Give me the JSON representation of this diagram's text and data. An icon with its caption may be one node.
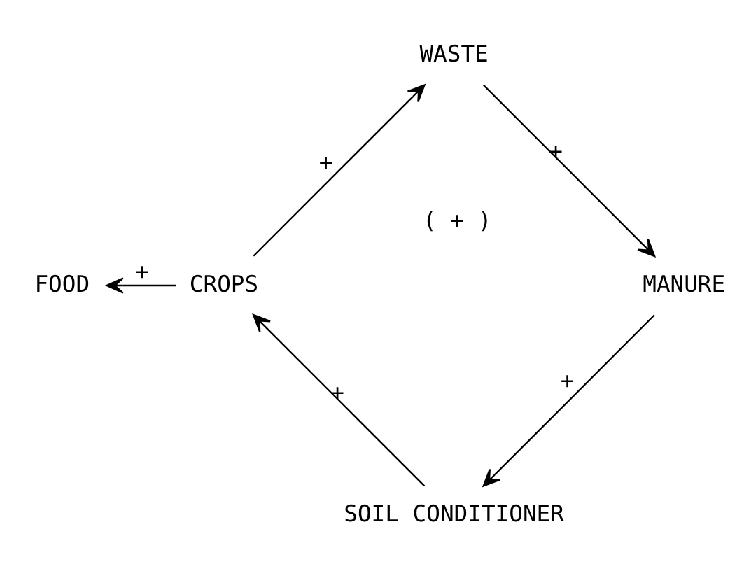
{
  "diagram": {
    "nodes": [
      {
        "text": [
          "FOOD"
        ]
      },
      {
        "text": [
          "WASTE"
        ]
      },
      {
        "text": [
          "CROPS"
        ]
      },
      {
        "text": [
          "MANURE"
        ]
      },
      {
        "text": [
          "SOIL CONDITIONER"
        ]
      }
    ],
    "edges": [
      {
        "from": 2,
        "to": 1,
        "arrow": "to",
        "label": "+"
      },
      {
        "from": 1,
        "to": 3,
        "arrow": "to",
        "label": "+"
      },
      {
        "from": 3,
        "to": 4,
        "arrow": "to",
        "label": "+"
      },
      {
        "from": 4,
        "to": 2,
        "arrow": "to",
        "label": "+"
      },
      {
        "from": 2,
        "to": 0,
        "arrow": "to",
        "label": "+"
      }
    ],
    "labels": [
      "( + )"
    ]
  }
}
